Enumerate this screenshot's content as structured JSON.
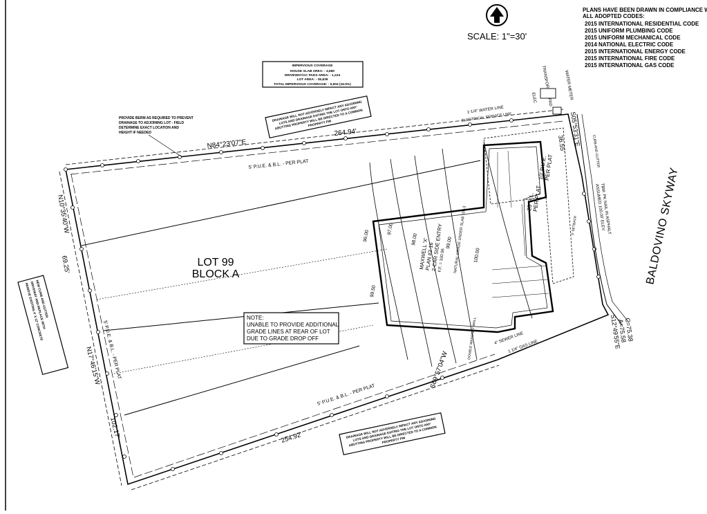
{
  "scale_label": "SCALE:  1\"=30'",
  "codes": {
    "heading_1": "PLANS HAVE BEEN DRAWN IN COMPLIANCE WI",
    "heading_2": "ALL ADOPTED CODES:",
    "items": [
      "2015  INTERNATIONAL  RESIDENTIAL  CODE",
      "2015  UNIFORM  PLUMBING  CODE",
      "2015  UNIFORM  MECHANICAL  CODE",
      "2014  NATIONAL  ELECTRIC  CODE",
      "2015  INTERNATIONAL  ENERGY  CODE",
      "2015  INTERNATIONAL  FIRE  CODE",
      "2015  INTERNATIONAL  GAS  CODE"
    ]
  },
  "impervious": {
    "title": "IMPERVIOUS COVERAGE",
    "house": "HOUSE SLAB AREA: - 4,680",
    "driveway": "DRIVEWAY/AC PADS AREA: - 1,224",
    "lot": "LOT AREA: - 35,839",
    "total": "TOTAL IMPERVIOUS COVERAGE: - 5,904 (16.5%)"
  },
  "drainage_note": {
    "line1": "DRAINAGE WILL NOT ADVERSELY IMPACT ANY ADJOINING",
    "line2": "LOTS AND DRAINAGE EXITING THE LOT ONTO ANY",
    "line3": "ABUTTING PROPERTY WILL BE DIRECTED TO A COMMON",
    "line4": "PROPERTY PIN"
  },
  "berm_note": {
    "line1": "PROVIDE BERM AS REQUIRED TO PREVENT",
    "line2": "DRAINAGE TO ADJOINING LOT - FIELD",
    "line3": "DETERMINE EXACT LOCATION AND",
    "line4": "HEIGHT IF NEEDED"
  },
  "lot": {
    "line1": "LOT 99",
    "line2": "BLOCK A"
  },
  "grade_note": {
    "title": "NOTE:",
    "line1": "UNABLE TO PROVIDE ADDITIONAL",
    "line2": "GRADE LINES AT REAR OF LOT",
    "line3": "DUE TO GRADE DROP OFF"
  },
  "street": "BALDOVINO SKYWAY",
  "bearings": {
    "north": "N84°23'07\"E",
    "north_dist": "264.94'",
    "west_upper": "N10°35'40\"W",
    "west_upper_dist": "69.25'",
    "west_lower": "N17°46'15\"W",
    "west_lower_dist": "102.17'",
    "south_dist": "254.92'",
    "south": "S69°57'04\"W",
    "east": "S05°53'31\"E",
    "east_dist": "36.55'",
    "curve_c": "C=75.38",
    "curve_a": "A=75.58",
    "curve_s": "S12°49'55\"E"
  },
  "easement": {
    "top": "5' P.U.E. & B.L. - PER PLAT",
    "left": "5' P.U.E. & B.L. - PER PLAT",
    "bottom": "5' P.U.E. & B.L. - PER PLAT"
  },
  "utilities": {
    "water": "1-1/4\" WATER LINE",
    "electric": "ELECTRICAL SERVICE LINE",
    "transformer": "TRANSFORMER PAD",
    "meter": "WATER METER",
    "elec": "ELEC",
    "sewer": "4\" SEWER LINE",
    "gas": "1 1/4\" GAS LINE",
    "tbm": "TBM: PK NAIL IN ASPHALT",
    "tbm2": "ASSUMED 100.00' ELEV.",
    "curb": "CURB AND GUTTER"
  },
  "house": {
    "plan1": "MAXWELL 'X'",
    "plan2": "PLAN #2-16",
    "plan3": "2-CAR  SIDE ENTRY",
    "ff": "F.F. = 100.96",
    "slab": "NATURAL GRADE UNDER SLAB  100.3",
    "pue1": "10' P.U.E.",
    "pue2": "PER PLAT",
    "bl1": "25' B.L.",
    "bl2": "PER PLAT",
    "double_wall": "DOUBLE MASONRY WALL",
    "setback_note": "5' SETBACK"
  },
  "contours": [
    "96.00",
    "97.00",
    "98.00",
    "99.00",
    "99.50",
    "100.00"
  ],
  "side_note": {
    "line1": "REMOVE EXISTING 4' X 12' CONCRETE",
    "line2": "DRIVEWAY AND REPLACE WITH",
    "line3": "NEW CURB AND GUTTER"
  }
}
